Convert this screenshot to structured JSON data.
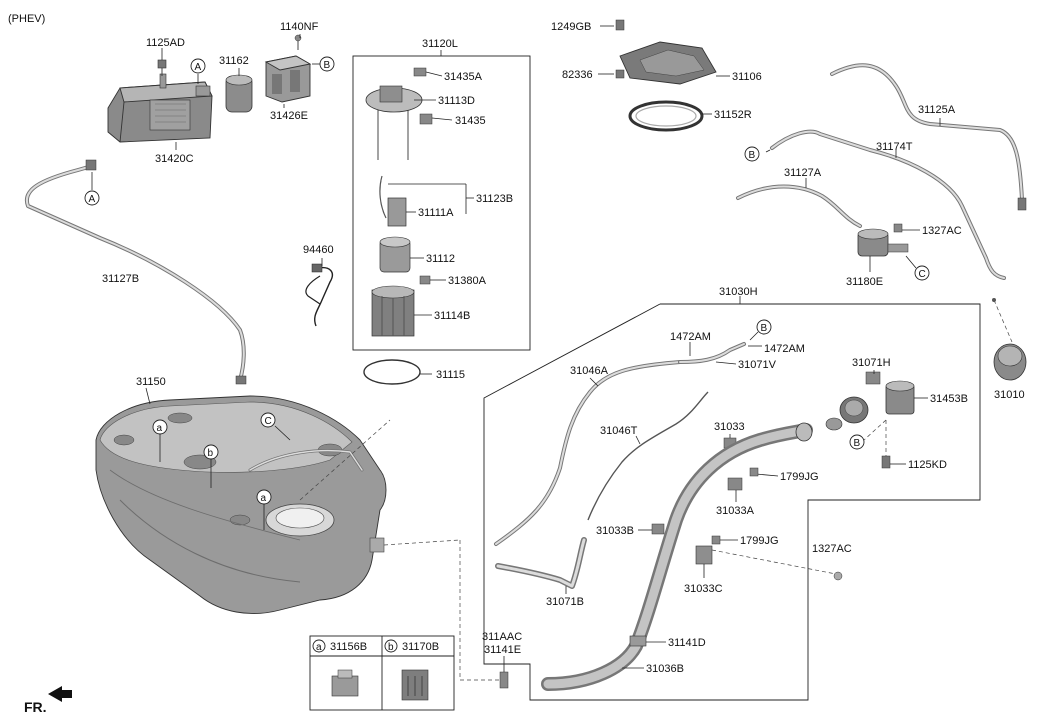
{
  "variant": "(PHEV)",
  "front_marker": "FR.",
  "callouts": {
    "A": "A",
    "B": "B",
    "C": "C",
    "a": "a",
    "b": "b"
  },
  "parts": {
    "p1125AD": "1125AD",
    "p1140NF": "1140NF",
    "p31162": "31162",
    "p31426E": "31426E",
    "p31420C": "31420C",
    "p31127B": "31127B",
    "p31150": "31150",
    "p94460": "94460",
    "p31120L": "31120L",
    "p31435A": "31435A",
    "p31113D": "31113D",
    "p31435": "31435",
    "p31123B": "31123B",
    "p31111A": "31111A",
    "p31112": "31112",
    "p31380A": "31380A",
    "p31114B": "31114B",
    "p31115": "31115",
    "p1249GB": "1249GB",
    "p82336": "82336",
    "p31106": "31106",
    "p31152R": "31152R",
    "p31125A": "31125A",
    "p31174T": "31174T",
    "p31127A": "31127A",
    "p1327AC_top": "1327AC",
    "p31180E": "31180E",
    "p31010": "31010",
    "p31030H": "31030H",
    "p1472AM_a": "1472AM",
    "p1472AM_b": "1472AM",
    "p31071V": "31071V",
    "p31046A": "31046A",
    "p31071H": "31071H",
    "p31453B": "31453B",
    "p31046T": "31046T",
    "p31033": "31033",
    "p1125KD": "1125KD",
    "p1799JG_a": "1799JG",
    "p31033A": "31033A",
    "p31033B": "31033B",
    "p1799JG_b": "1799JG",
    "p1327AC_bot": "1327AC",
    "p31071B": "31071B",
    "p31033C": "31033C",
    "p31141D": "31141D",
    "p311AAC": "311AAC",
    "p31141E": "31141E",
    "p31036B": "31036B",
    "p31156B": "31156B",
    "p31170B": "31170B"
  },
  "legend_table": {
    "col_a": "a",
    "col_b": "b",
    "part_a": "31156B",
    "part_b": "31170B"
  }
}
